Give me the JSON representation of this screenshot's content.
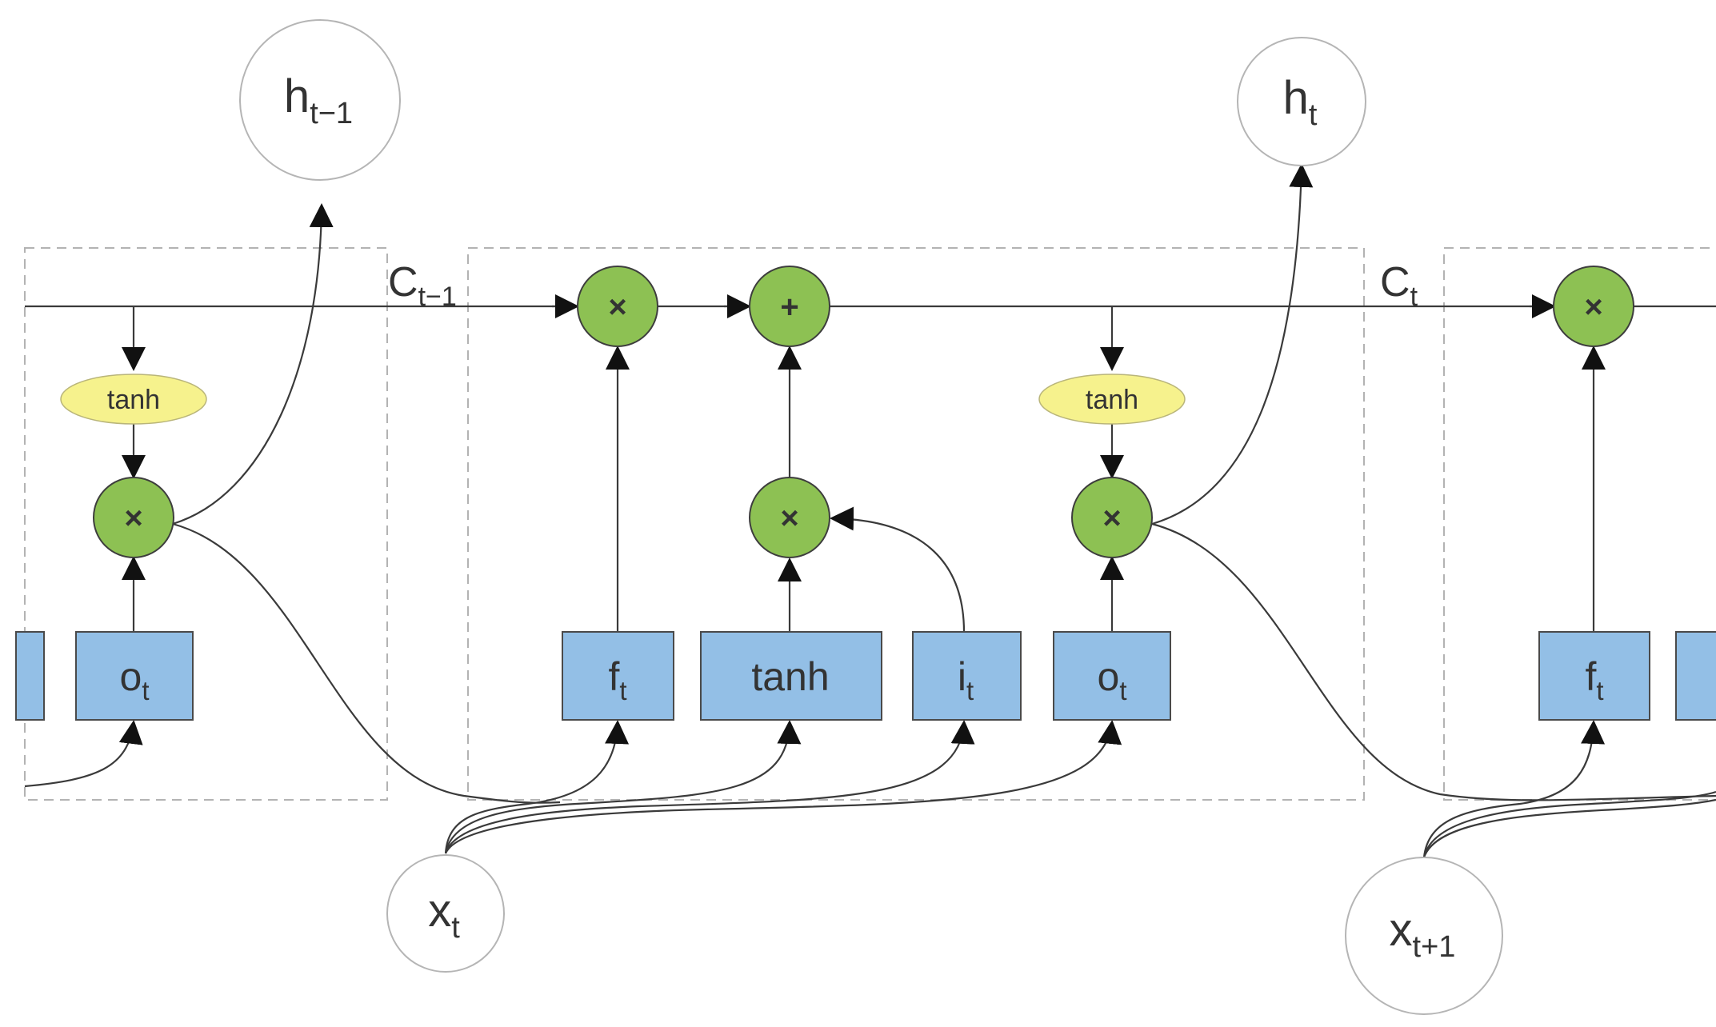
{
  "nodes": {
    "h_prev": {
      "base": "h",
      "sub": "t−1"
    },
    "h_t": {
      "base": "h",
      "sub": "t"
    },
    "x_t": {
      "base": "x",
      "sub": "t"
    },
    "x_next": {
      "base": "x",
      "sub": "t+1"
    }
  },
  "cell_states": {
    "c_prev": {
      "base": "C",
      "sub": "t−1"
    },
    "c_t": {
      "base": "C",
      "sub": "t"
    }
  },
  "gates": {
    "o_left": {
      "base": "o",
      "sub": "t"
    },
    "f_mid": {
      "base": "f",
      "sub": "t"
    },
    "tanh_mid": {
      "base": "tanh",
      "sub": ""
    },
    "i_mid": {
      "base": "i",
      "sub": "t"
    },
    "o_mid": {
      "base": "o",
      "sub": "t"
    },
    "f_right": {
      "base": "f",
      "sub": "t"
    }
  },
  "operators": {
    "multiply": "×",
    "add": "+"
  },
  "activations": {
    "tanh_label": "tanh"
  },
  "colors": {
    "gate_fill": "#93bfe6",
    "operator_fill": "#8dc153",
    "activation_fill": "#f6f28d",
    "line": "#3a3a3a",
    "dashed_border": "#b3b3b3"
  }
}
